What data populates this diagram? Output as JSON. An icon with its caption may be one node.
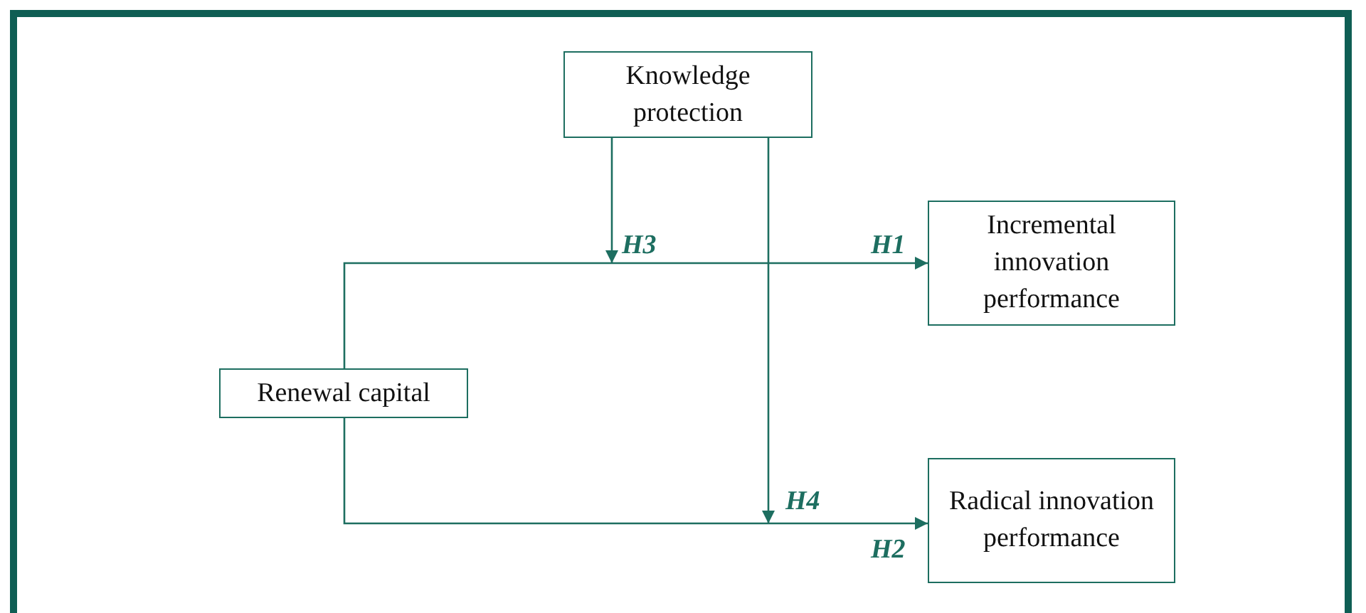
{
  "diagram": {
    "nodes": [
      {
        "text": [
          "Knowledge protection"
        ]
      },
      {
        "text": [
          "Incremental innovation performance"
        ]
      },
      {
        "text": [
          "Renewal capital"
        ]
      },
      {
        "text": [
          "Radical innovation performance"
        ]
      }
    ],
    "edges": [
      {
        "from": 2,
        "to": 1,
        "arrow": "to",
        "label": "H1"
      },
      {
        "from": 2,
        "to": 3,
        "arrow": "to",
        "label": "H2"
      },
      {
        "from": 0,
        "to": null,
        "arrow": "to",
        "label": "H3"
      },
      {
        "from": 0,
        "to": null,
        "arrow": "to",
        "label": "H4"
      }
    ]
  }
}
